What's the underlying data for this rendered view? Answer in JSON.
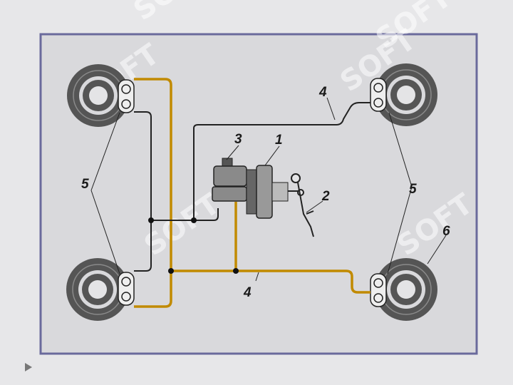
{
  "diagram": {
    "labels": {
      "master_cylinder": "1",
      "brake_pedal": "2",
      "reservoir": "3",
      "pipe": "4",
      "caliper": "5",
      "disc": "6"
    },
    "watermark_text": "SOFT",
    "colors": {
      "background": "#e7e7e9",
      "panel": "#d9d9dc",
      "frame": "#6a6a9c",
      "brake_line_primary": "#c18a00",
      "brake_line_secondary": "#222222",
      "disc": "#555555",
      "watermark": "#9fe3b5"
    }
  },
  "slide_nav": {
    "play_icon": "play-icon"
  }
}
